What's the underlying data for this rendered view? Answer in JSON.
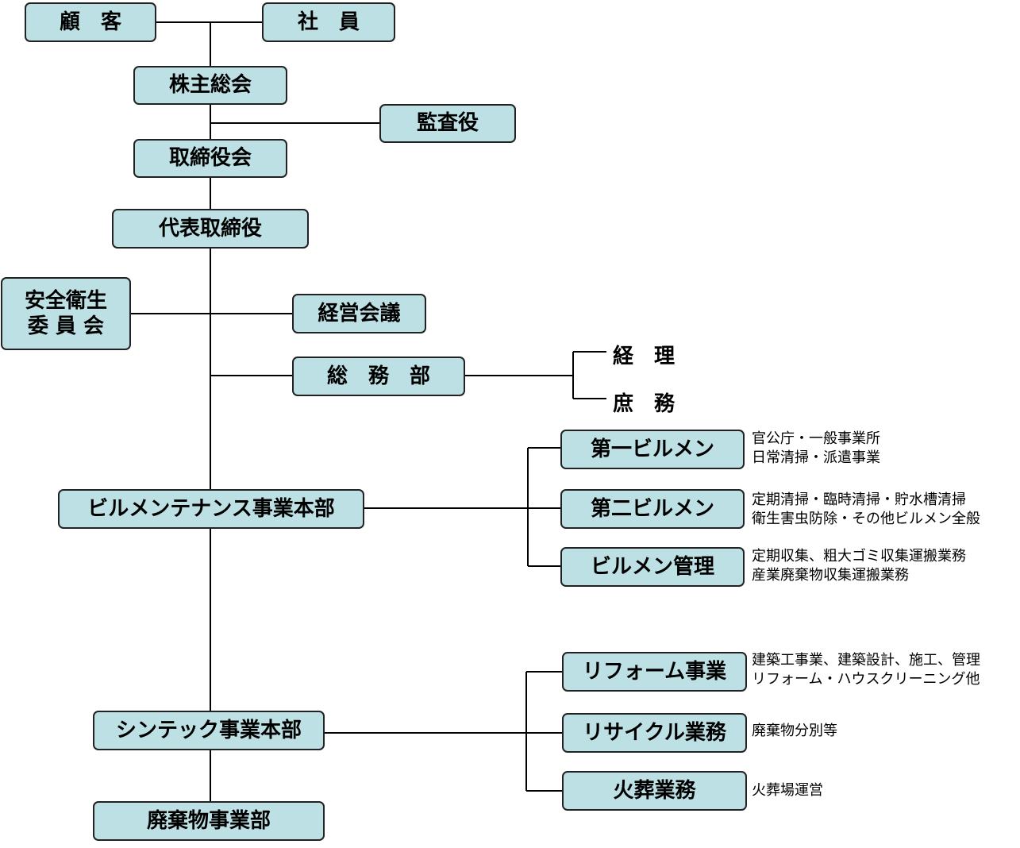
{
  "boxes": {
    "customer": "顧　客",
    "employee": "社　員",
    "shareholders": "株主総会",
    "auditor": "監査役",
    "board": "取締役会",
    "ceo": "代表取締役",
    "safety_committee_l1": "安全衛生",
    "safety_committee_l2": "委 員 会",
    "management_meeting": "経営会議",
    "general_affairs": "総　務　部",
    "building_hq": "ビルメンテナンス事業本部",
    "building_1": "第一ビルメン",
    "building_2": "第二ビルメン",
    "building_mgmt": "ビルメン管理",
    "shintec_hq": "シンテック事業本部",
    "reform": "リフォーム事業",
    "recycle": "リサイクル業務",
    "cremation": "火葬業務",
    "waste": "廃棄物事業部"
  },
  "labels": {
    "accounting": "経　理",
    "admin": "庶　務"
  },
  "notes": {
    "building_1": [
      "官公庁・一般事業所",
      "日常清掃・派遣事業"
    ],
    "building_2": [
      "定期清掃・臨時清掃・貯水槽清掃",
      "衛生害虫防除・その他ビルメン全般"
    ],
    "building_mgmt": [
      "定期収集、粗大ゴミ収集運搬業務",
      "産業廃棄物収集運搬業務"
    ],
    "reform": [
      "建築工事業、建築設計、施工、管理",
      "リフォーム・ハウスクリーニング他"
    ],
    "recycle": [
      "廃棄物分別等"
    ],
    "cremation": [
      "火葬場運営"
    ]
  },
  "colors": {
    "box_fill": "#bde0e4",
    "line": "#000000"
  }
}
